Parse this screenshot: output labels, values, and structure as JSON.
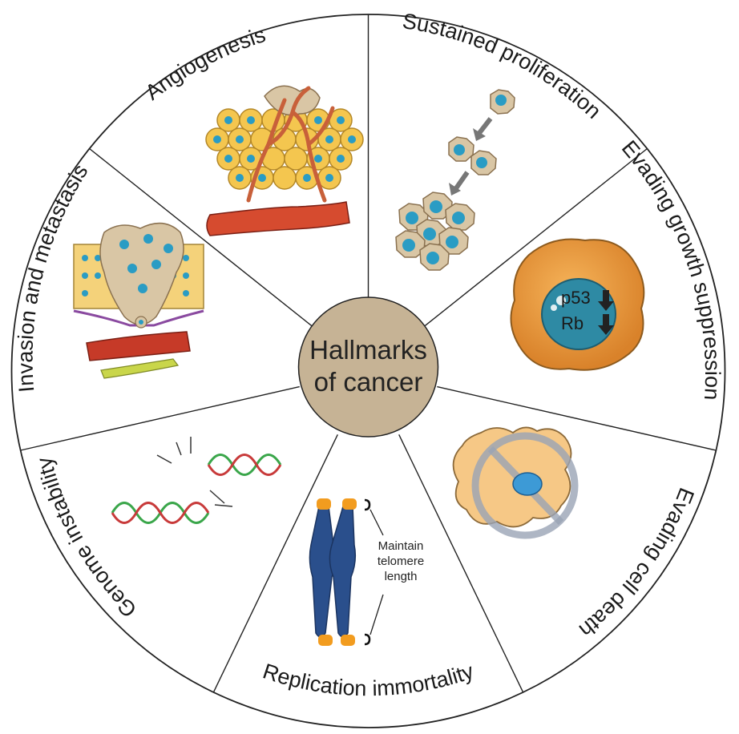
{
  "center": {
    "line1": "Hallmarks",
    "line2": "of cancer"
  },
  "segments": [
    {
      "label": "Sustained proliferation",
      "icon": "proliferating-cells-icon"
    },
    {
      "label": "Evading growth suppression",
      "icon": "cell-p53-rb-icon"
    },
    {
      "label": "Evading cell death",
      "icon": "apoptosis-blocked-cell-icon"
    },
    {
      "label": "Replication immortality",
      "icon": "chromosome-telomere-icon"
    },
    {
      "label": "Genome instability",
      "icon": "broken-dna-icon"
    },
    {
      "label": "Invasion and metastasis",
      "icon": "tissue-invasion-icon"
    },
    {
      "label": "Angiogenesis",
      "icon": "tumor-blood-vessels-icon"
    }
  ],
  "markers": {
    "p53": "p53",
    "rb": "Rb"
  },
  "telomere_note": {
    "line1": "Maintain",
    "line2": "telomere",
    "line3": "length"
  },
  "colors": {
    "center_fill": "#c6b395",
    "cell_fill": "#f4c64f",
    "nucleus_fill": "#2a9cc4",
    "tumor_cell": "#d9c6a5",
    "vessel_red": "#c63a28",
    "chromosome_blue": "#2a4f8c",
    "telomere_orange": "#f29c1f"
  }
}
